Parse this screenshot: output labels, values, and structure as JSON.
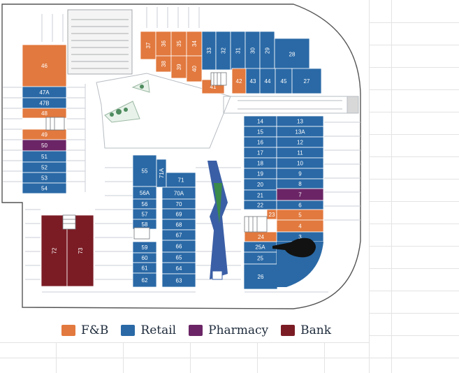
{
  "colors": {
    "fnb": "#e2793e",
    "retail": "#2a69a6",
    "pharmacy": "#6b2566",
    "bank": "#7b1c24",
    "park": "#2f6b3f",
    "marker": "#121212"
  },
  "legend": [
    {
      "key": "fnb",
      "label": "F&B"
    },
    {
      "key": "retail",
      "label": "Retail"
    },
    {
      "key": "pharmacy",
      "label": "Pharmacy"
    },
    {
      "key": "bank",
      "label": "Bank"
    }
  ],
  "units": {
    "left_column": [
      "46",
      "47A",
      "47B",
      "48",
      "49",
      "50",
      "51",
      "52",
      "53",
      "54"
    ],
    "top_row": [
      "37",
      "36",
      "38",
      "35",
      "39",
      "34",
      "40",
      "33",
      "32",
      "31",
      "30",
      "29",
      "28",
      "41",
      "42",
      "43",
      "44",
      "45",
      "27"
    ],
    "center_block_left": [
      "55",
      "56A",
      "56",
      "57",
      "58",
      "59",
      "60",
      "61",
      "62"
    ],
    "center_block_right": [
      "71A",
      "71",
      "70A",
      "70",
      "69",
      "68",
      "67",
      "66",
      "65",
      "64",
      "63"
    ],
    "right_block_left": [
      "14",
      "15",
      "16",
      "17",
      "18",
      "19",
      "20",
      "21",
      "22",
      "23",
      "24",
      "25A",
      "25",
      "26"
    ],
    "right_block_right": [
      "13",
      "13A",
      "12",
      "11",
      "10",
      "9",
      "8",
      "7",
      "6",
      "5",
      "4",
      "3"
    ],
    "bank": [
      "72",
      "73"
    ]
  },
  "icons": [
    "location-marker-icon",
    "stairs-icon",
    "escalator-icon",
    "garden-icon"
  ]
}
